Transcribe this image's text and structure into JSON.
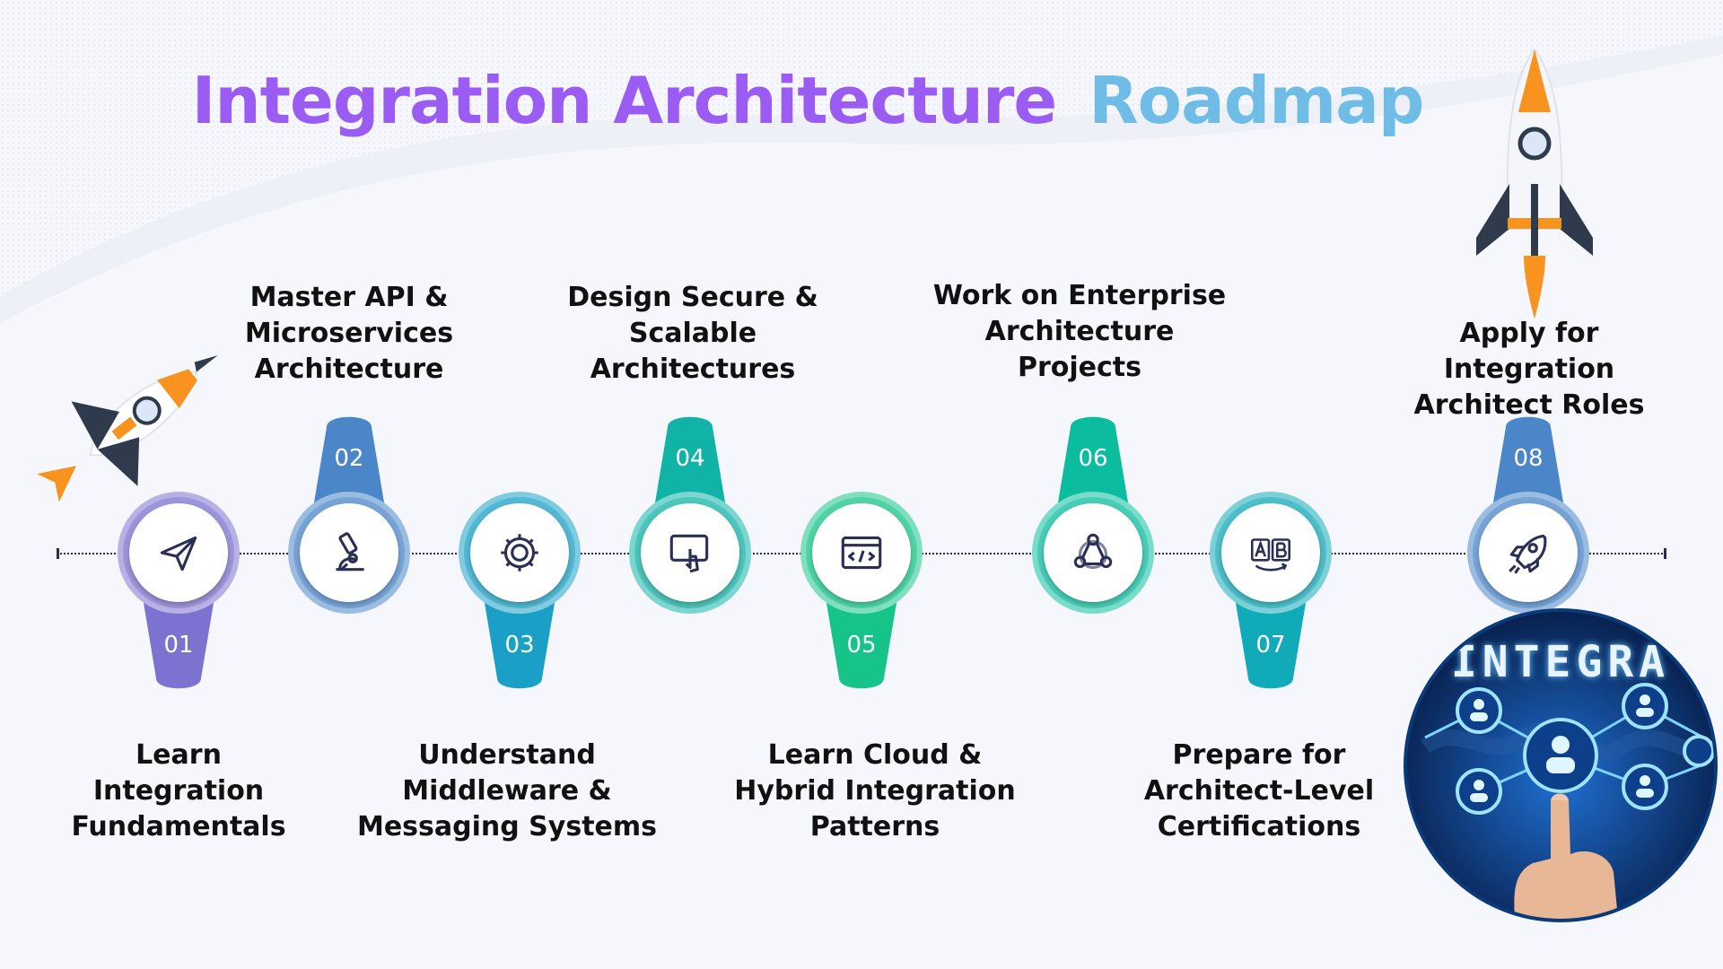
{
  "title": {
    "part1": "Integration Architecture",
    "part2": "Roadmap"
  },
  "colors": {
    "title_part1": "#9a5cf2",
    "title_part2": "#6fbde6",
    "step01": "#7c72cf",
    "step02": "#4a86c8",
    "step03": "#1aa0c6",
    "step04": "#11b3a6",
    "step05": "#16c48a",
    "step06": "#0bbd9e",
    "step07": "#10aab8",
    "step08": "#4a86c8",
    "rocket_flame": "#f7931e",
    "rocket_fin": "#2f3b4d"
  },
  "steps": [
    {
      "num": "01",
      "label_lines": [
        "Learn",
        "Integration",
        "Fundamentals"
      ],
      "icon": "paper-plane-icon",
      "position": "below"
    },
    {
      "num": "02",
      "label_lines": [
        "Master API &",
        "Microservices",
        "Architecture"
      ],
      "icon": "microscope-icon",
      "position": "above"
    },
    {
      "num": "03",
      "label_lines": [
        "Understand",
        "Middleware &",
        "Messaging Systems"
      ],
      "icon": "gear-icon",
      "position": "below"
    },
    {
      "num": "04",
      "label_lines": [
        "Design Secure &",
        "Scalable",
        "Architectures"
      ],
      "icon": "touch-screen-icon",
      "position": "above"
    },
    {
      "num": "05",
      "label_lines": [
        "Learn Cloud &",
        "Hybrid Integration",
        "Patterns"
      ],
      "icon": "code-window-icon",
      "position": "below"
    },
    {
      "num": "06",
      "label_lines": [
        "Work on Enterprise",
        "Architecture",
        "Projects"
      ],
      "icon": "network-nodes-icon",
      "position": "above"
    },
    {
      "num": "07",
      "label_lines": [
        "Prepare for",
        "Architect-Level",
        "Certifications"
      ],
      "icon": "ab-test-icon",
      "position": "below"
    },
    {
      "num": "08",
      "label_lines": [
        "Apply for Integration",
        "Architect Roles"
      ],
      "icon": "rocket-icon",
      "position": "above"
    }
  ],
  "badge": {
    "text": "INTEGRA",
    "icon": "network-people-touch-icon"
  },
  "decorations": [
    "rocket-left-icon",
    "rocket-right-icon"
  ]
}
